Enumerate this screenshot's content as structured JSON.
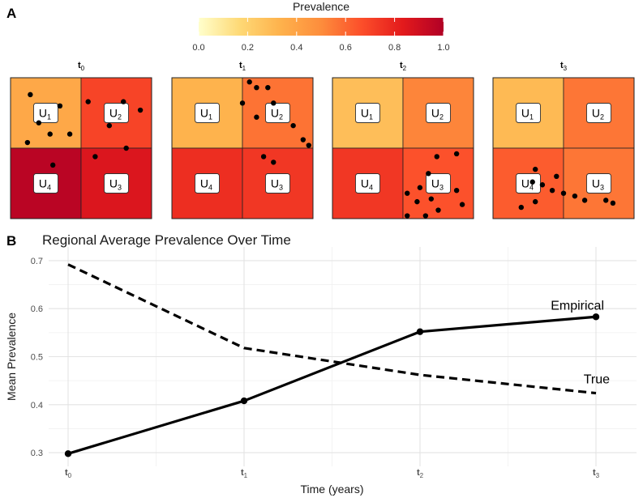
{
  "panel_a_label": "A",
  "panel_b_label": "B",
  "colorbar": {
    "title": "Prevalence",
    "ticks": [
      "0.0",
      "0.2",
      "0.4",
      "0.6",
      "0.8",
      "1.0"
    ],
    "colors": [
      "#ffffcc",
      "#fed976",
      "#feb24c",
      "#fd8d3c",
      "#fc4e2a",
      "#e31a1c",
      "#b10026"
    ]
  },
  "unit_labels": {
    "U1": "1",
    "U2": "2",
    "U3": "3",
    "U4": "4"
  },
  "chart_data": [
    {
      "type": "heatmap",
      "panels": [
        {
          "title_main": "t",
          "title_sub": "0",
          "cells": {
            "U1": 0.38,
            "U2": 0.7,
            "U3": 0.86,
            "U4": 0.97
          },
          "points": [
            [
              0.14,
              0.88
            ],
            [
              0.35,
              0.8
            ],
            [
              0.55,
              0.83
            ],
            [
              0.8,
              0.83
            ],
            [
              0.92,
              0.77
            ],
            [
              0.7,
              0.66
            ],
            [
              0.2,
              0.68
            ],
            [
              0.42,
              0.6
            ],
            [
              0.12,
              0.54
            ],
            [
              0.28,
              0.6
            ],
            [
              0.82,
              0.5
            ],
            [
              0.6,
              0.44
            ],
            [
              0.3,
              0.38
            ]
          ]
        },
        {
          "title_main": "t",
          "title_sub": "1",
          "cells": {
            "U1": 0.33,
            "U2": 0.57,
            "U3": 0.74,
            "U4": 0.77
          },
          "points": [
            [
              0.55,
              0.97
            ],
            [
              0.6,
              0.93
            ],
            [
              0.68,
              0.93
            ],
            [
              0.72,
              0.82
            ],
            [
              0.5,
              0.82
            ],
            [
              0.6,
              0.72
            ],
            [
              0.86,
              0.66
            ],
            [
              0.93,
              0.56
            ],
            [
              0.97,
              0.52
            ],
            [
              0.65,
              0.44
            ],
            [
              0.72,
              0.4
            ]
          ]
        },
        {
          "title_main": "t",
          "title_sub": "2",
          "cells": {
            "U1": 0.28,
            "U2": 0.52,
            "U3": 0.66,
            "U4": 0.74
          },
          "points": [
            [
              0.74,
              0.44
            ],
            [
              0.88,
              0.46
            ],
            [
              0.68,
              0.32
            ],
            [
              0.62,
              0.22
            ],
            [
              0.53,
              0.18
            ],
            [
              0.88,
              0.2
            ],
            [
              0.7,
              0.14
            ],
            [
              0.92,
              0.1
            ],
            [
              0.6,
              0.12
            ],
            [
              0.75,
              0.06
            ],
            [
              0.66,
              0.02
            ],
            [
              0.53,
              0.02
            ]
          ]
        },
        {
          "title_main": "t",
          "title_sub": "3",
          "cells": {
            "U1": 0.3,
            "U2": 0.56,
            "U3": 0.56,
            "U4": 0.63
          },
          "points": [
            [
              0.3,
              0.35
            ],
            [
              0.45,
              0.3
            ],
            [
              0.28,
              0.26
            ],
            [
              0.35,
              0.24
            ],
            [
              0.42,
              0.2
            ],
            [
              0.5,
              0.18
            ],
            [
              0.58,
              0.16
            ],
            [
              0.65,
              0.13
            ],
            [
              0.8,
              0.13
            ],
            [
              0.85,
              0.11
            ],
            [
              0.3,
              0.12
            ],
            [
              0.2,
              0.08
            ]
          ]
        }
      ]
    },
    {
      "type": "line",
      "title": "Regional Average Prevalence Over Time",
      "xlabel": "Time (years)",
      "ylabel": "Mean Prevalence",
      "categories": [
        {
          "main": "t",
          "sub": "0"
        },
        {
          "main": "t",
          "sub": "1"
        },
        {
          "main": "t",
          "sub": "2"
        },
        {
          "main": "t",
          "sub": "3"
        }
      ],
      "ylim": [
        0.285,
        0.715
      ],
      "yticks": [
        "0.3",
        "0.4",
        "0.5",
        "0.6",
        "0.7"
      ],
      "grid": true,
      "series": [
        {
          "name": "Empirical",
          "values": [
            0.298,
            0.408,
            0.552,
            0.583
          ],
          "style": "solid",
          "markers": true
        },
        {
          "name": "True",
          "values": [
            0.692,
            0.518,
            0.462,
            0.424
          ],
          "style": "dashed",
          "markers": false
        }
      ]
    }
  ]
}
